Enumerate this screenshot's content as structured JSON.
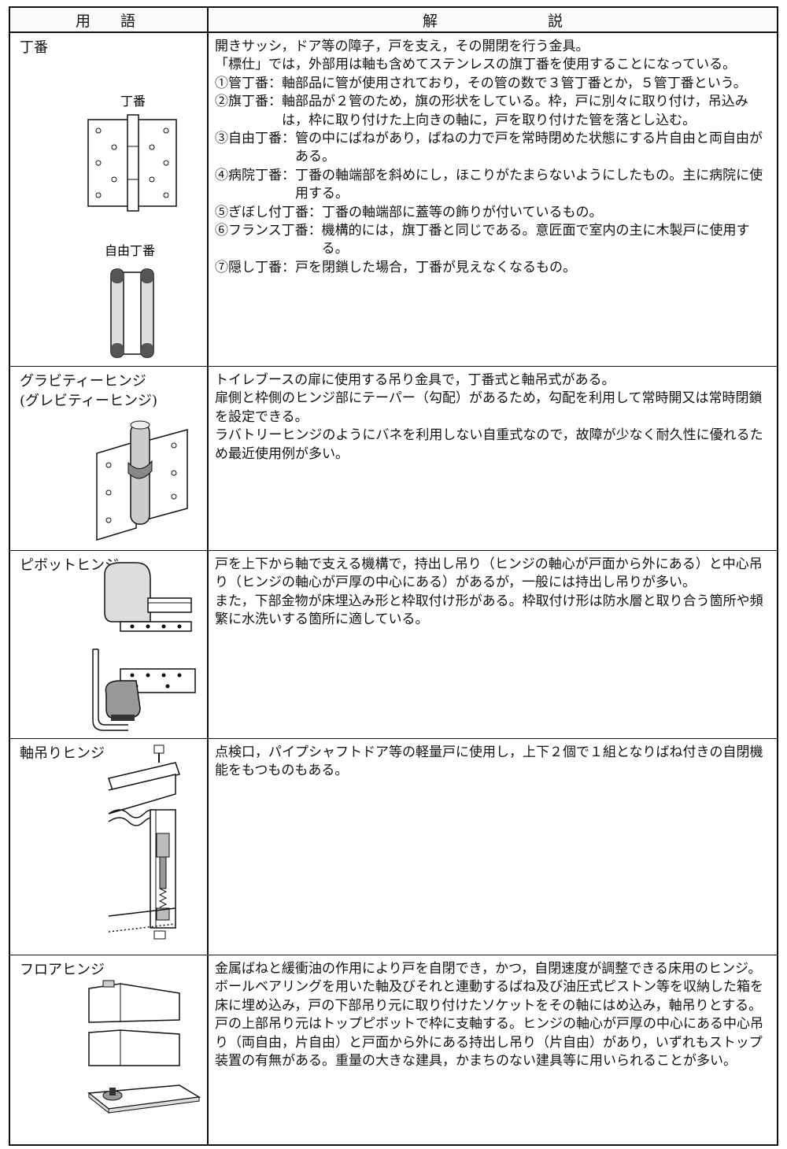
{
  "header": {
    "term": "用語",
    "explanation": "解説"
  },
  "rows": [
    {
      "term": "丁番",
      "fig_labels": [
        "丁番",
        "自由丁番"
      ],
      "paragraphs": [
        "開きサッシ，ドア等の障子，戸を支え，その開閉を行う金具。",
        "「標仕」では，外部用は軸も含めてステンレスの旗丁番を使用することになっている。"
      ],
      "items": [
        {
          "label": "①管丁番：",
          "text": "軸部品に管が使用されており，その管の数で３管丁番とか，５管丁番という。"
        },
        {
          "label": "②旗丁番：",
          "text": "軸部品が２管のため，旗の形状をしている。枠，戸に別々に取り付け，吊込みは，枠に取り付けた上向きの軸に，戸を取り付けた管を落とし込む。"
        },
        {
          "label": "③自由丁番：",
          "text": "管の中にばねがあり，ばねの力で戸を常時閉めた状態にする片自由と両自由がある。"
        },
        {
          "label": "④病院丁番：",
          "text": "丁番の軸端部を斜めにし，ほこりがたまらないようにしたもの。主に病院に使用する。"
        },
        {
          "label": "⑤ぎぼし付丁番：",
          "text": "丁番の軸端部に蓋等の飾りが付いているもの。"
        },
        {
          "label": "⑥フランス丁番：",
          "text": "機構的には，旗丁番と同じである。意匠面で室内の主に木製戸に使用する。"
        },
        {
          "label": "⑦隠し丁番：",
          "text": "戸を閉鎖した場合，丁番が見えなくなるもの。"
        }
      ]
    },
    {
      "term": "グラビティーヒンジ\n(グレビティーヒンジ)",
      "paragraphs": [
        "トイレブースの扉に使用する吊り金具で，丁番式と軸吊式がある。",
        "扉側と枠側のヒンジ部にテーパー（勾配）があるため，勾配を利用して常時開又は常時閉鎖を設定できる。",
        "ラバトリーヒンジのようにバネを利用しない自重式なので，故障が少なく耐久性に優れるため最近使用例が多い。"
      ]
    },
    {
      "term": "ピボットヒンジ",
      "paragraphs": [
        "戸を上下から軸で支える機構で，持出し吊り（ヒンジの軸心が戸面から外にある）と中心吊り（ヒンジの軸心が戸厚の中心にある）があるが，一般には持出し吊りが多い。",
        "また，下部金物が床埋込み形と枠取付け形がある。枠取付け形は防水層と取り合う箇所や頻繁に水洗いする箇所に適している。"
      ]
    },
    {
      "term": "軸吊りヒンジ",
      "paragraphs": [
        "点検口，パイプシャフトドア等の軽量戸に使用し，上下２個で１組となりばね付きの自閉機能をもつものもある。"
      ]
    },
    {
      "term": "フロアヒンジ",
      "paragraphs": [
        "金属ばねと緩衝油の作用により戸を自閉でき，かつ，自閉速度が調整できる床用のヒンジ。ボールベアリングを用いた軸及びそれと連動するばね及び油圧式ピストン等を収納した箱を床に埋め込み，戸の下部吊り元に取り付けたソケットをその軸にはめ込み，軸吊りとする。戸の上部吊り元はトップピボットで枠に支軸する。ヒンジの軸心が戸厚の中心にある中心吊り（両自由，片自由）と戸面から外にある持出し吊り（片自由）があり，いずれもストップ装置の有無がある。重量の大きな建具，かまちのない建具等に用いられることが多い。"
      ]
    }
  ]
}
